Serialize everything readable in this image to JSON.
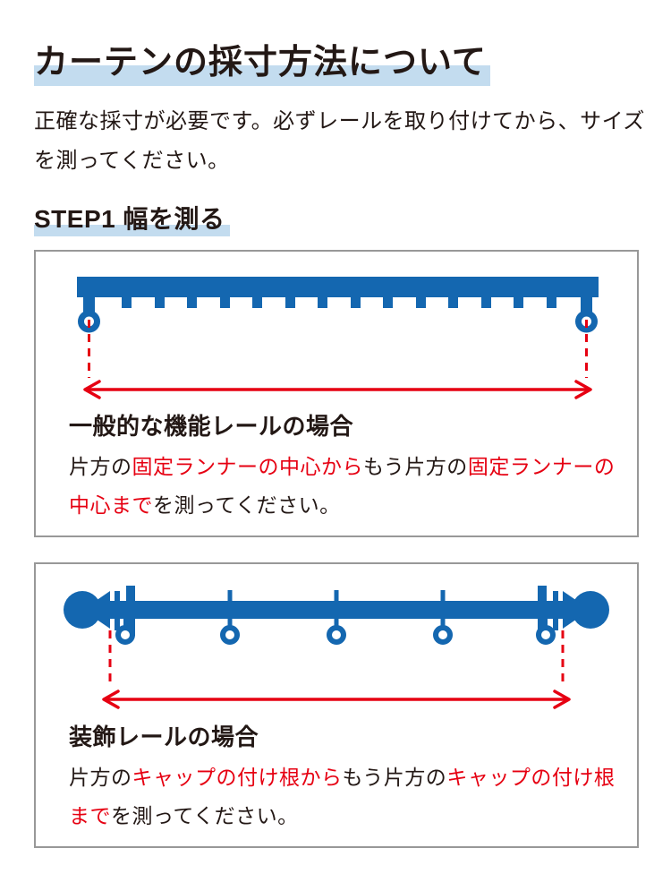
{
  "page": {
    "title": "カーテンの採寸方法について",
    "intro": "正確な採寸が必要です。必ずレールを取り付けてから、サイズを測ってください。",
    "step_heading": "STEP1 幅を測る"
  },
  "sections": [
    {
      "diagram": "functional-rail",
      "heading": "一般的な機能レールの場合",
      "body_segments": [
        {
          "text": "片方の",
          "color": "black"
        },
        {
          "text": "固定ランナーの中心から",
          "color": "red"
        },
        {
          "text": "もう片方の",
          "color": "black"
        },
        {
          "text": "固定ランナーの中心まで",
          "color": "red"
        },
        {
          "text": "を測ってください。",
          "color": "black"
        }
      ]
    },
    {
      "diagram": "decorative-rail",
      "heading": "装飾レールの場合",
      "body_segments": [
        {
          "text": "片方の",
          "color": "black"
        },
        {
          "text": "キャップの付け根から",
          "color": "red"
        },
        {
          "text": "もう片方の",
          "color": "black"
        },
        {
          "text": "キャップの付け根まで",
          "color": "red"
        },
        {
          "text": "を測ってください。",
          "color": "black"
        }
      ]
    }
  ],
  "colors": {
    "rail_blue": "#1467b0",
    "accent_red": "#e60012",
    "text_black": "#231815",
    "highlight_blue": "#c3dcef",
    "box_border": "#989898",
    "background": "#ffffff"
  }
}
